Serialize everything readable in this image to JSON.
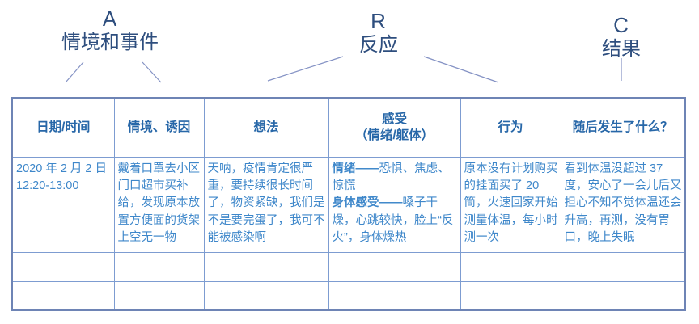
{
  "annotations": {
    "a": {
      "letter": "A",
      "label": "情境和事件"
    },
    "r": {
      "letter": "R",
      "label": "反应"
    },
    "c": {
      "letter": "C",
      "label": "结果"
    }
  },
  "table": {
    "headers": {
      "datetime": "日期/时间",
      "situation": "情境、诱因",
      "thoughts": "想法",
      "feelings_line1": "感受",
      "feelings_line2": "（情绪/躯体）",
      "behavior": "行为",
      "aftermath": "随后发生了什么？"
    },
    "row1": {
      "datetime_date": "2020 年 2 月 2 日",
      "datetime_time": "12:20-13:00",
      "situation": "戴着口罩去小区门口超市买补给，发现原本放置方便面的货架上空无一物",
      "thoughts": "天呐，疫情肯定很严重，要持续很长时间了，物资紧缺，我们是不是要完蛋了，我可不能被感染啊",
      "feelings": [
        {
          "lead": "情绪——",
          "text": "恐惧、焦虑、惊慌"
        },
        {
          "lead": "身体感受——",
          "text": "嗓子干燥，心跳较快，脸上“反火”，身体燥热"
        }
      ],
      "behavior": "原本没有计划购买的挂面买了 20 筒，火速回家开始测量体温，每小时测一次",
      "aftermath": "看到体温没超过 37 度，安心了一会儿后又担心不知不觉体温还会升高，再测，没有胃口，晚上失眠"
    },
    "empty_row_count": 2
  },
  "colors": {
    "annotation_text": "#2E4E7E",
    "connector_line": "#8492C4",
    "table_outer_border": "#6E84B5",
    "table_inner_border": "#7D9CD1",
    "header_text": "#2767A8",
    "body_text": "#3E87CA",
    "background": "#FFFFFF"
  }
}
